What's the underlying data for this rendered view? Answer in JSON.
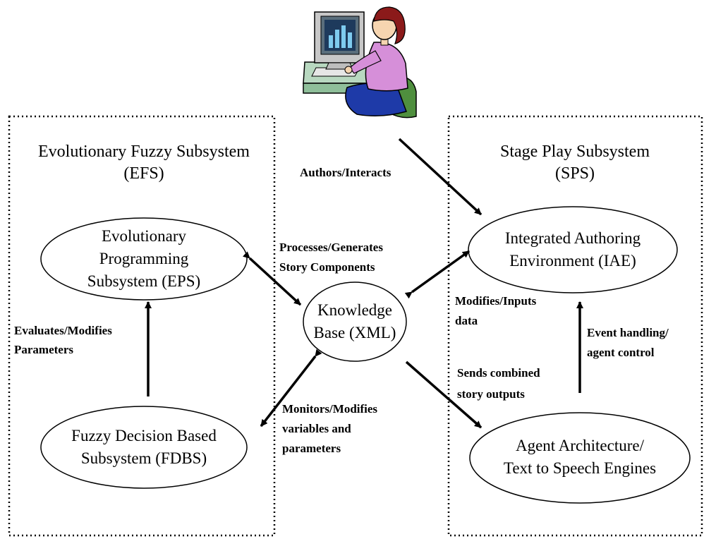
{
  "colors": {
    "line": "#000000",
    "monitor_frame": "#c8c8c8",
    "monitor_bezel": "#5a6e7c",
    "screen": "#1e3a5c",
    "screen_bars": "#7ecbef",
    "desk": "#b8d8c0",
    "hair": "#8b1a1a",
    "skin": "#f6d5b0",
    "shirt": "#d68fd9",
    "pants": "#1e3aa8",
    "chair": "#4f8f3e"
  },
  "icons": {
    "person_at_computer": "person-at-computer-icon"
  },
  "titles": {
    "efs_line1": "Evolutionary Fuzzy Subsystem",
    "efs_line2": "(EFS)",
    "sps_line1": "Stage Play Subsystem",
    "sps_line2": "(SPS)"
  },
  "nodes": {
    "eps_line1": "Evolutionary",
    "eps_line2": "Programming",
    "eps_line3": "Subsystem (EPS)",
    "fdbs_line1": "Fuzzy Decision Based",
    "fdbs_line2": "Subsystem (FDBS)",
    "kb_line1": "Knowledge",
    "kb_line2": "Base (XML)",
    "iae_line1": "Integrated Authoring",
    "iae_line2": "Environment (IAE)",
    "agent_line1": "Agent Architecture/",
    "agent_line2": "Text to Speech Engines"
  },
  "labels": {
    "authors_interacts": "Authors/Interacts",
    "processes_line1": "Processes/Generates",
    "processes_line2": "Story Components",
    "evaluates_line1": "Evaluates/Modifies",
    "evaluates_line2": "Parameters",
    "modifies_line1": "Modifies/Inputs",
    "modifies_line2": "data",
    "event_line1": "Event handling/",
    "event_line2": "agent control",
    "sends_line1": "Sends combined",
    "sends_line2": "story outputs",
    "monitors_line1": "Monitors/Modifies",
    "monitors_line2": "variables and",
    "monitors_line3": "parameters"
  }
}
